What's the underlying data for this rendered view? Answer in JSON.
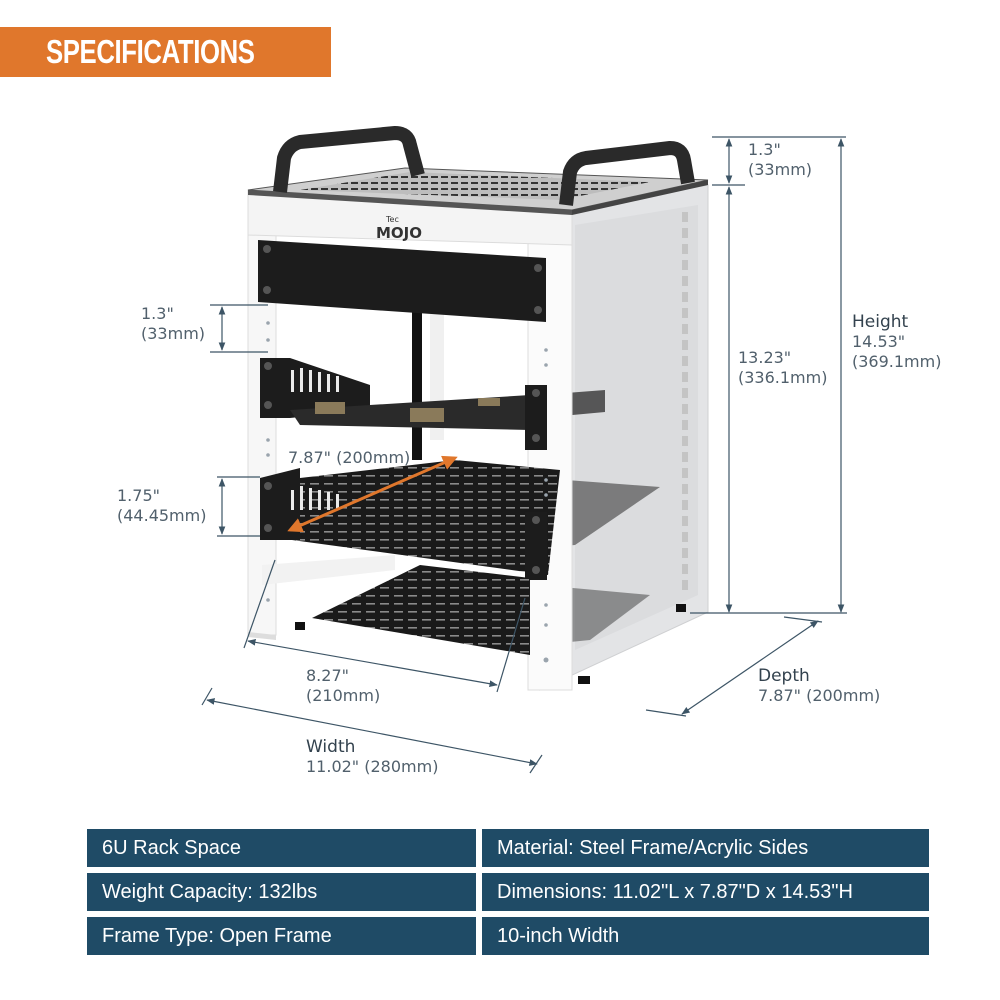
{
  "header": {
    "title": "SPECIFICATIONS",
    "color": "#e0772c"
  },
  "product": {
    "brand_small": "Tec",
    "brand_large": "MOJO"
  },
  "dimensions": {
    "top_clearance": {
      "in": "1.3\"",
      "mm": "(33mm)"
    },
    "inner_height": {
      "in": "13.23\"",
      "mm": "(336.1mm)"
    },
    "height": {
      "label": "Height",
      "in": "14.53\"",
      "mm": "(369.1mm)"
    },
    "unit_gap": {
      "in": "1.3\"",
      "mm": "(33mm)"
    },
    "unit_height": {
      "in": "1.75\"",
      "mm": "(44.45mm)"
    },
    "shelf_depth": {
      "text": "7.87\" (200mm)",
      "color": "#e0772c"
    },
    "inner_width": {
      "in": "8.27\"",
      "mm": "(210mm)"
    },
    "width": {
      "label": "Width",
      "value": "11.02\" (280mm)"
    },
    "depth": {
      "label": "Depth",
      "value": "7.87\" (200mm)"
    }
  },
  "specs": {
    "color": "#1f4b66",
    "items": [
      "6U Rack Space",
      "Material: Steel Frame/Acrylic Sides",
      "Weight Capacity: 132lbs",
      "Dimensions: 11.02\"L x 7.87\"D x 14.53\"H",
      "Frame Type: Open Frame",
      "10-inch Width"
    ]
  }
}
